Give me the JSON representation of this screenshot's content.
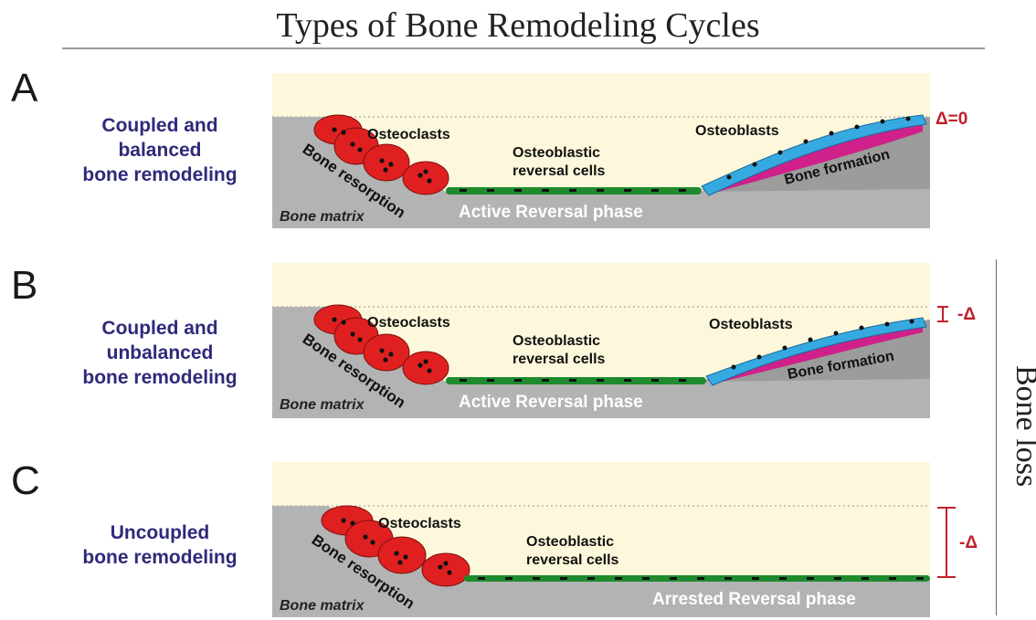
{
  "title": "Types of Bone Remodeling Cycles",
  "side_label": "Bone loss",
  "panels": [
    {
      "letter": "A",
      "description": [
        "Coupled and",
        "balanced",
        "bone remodeling"
      ],
      "osteoclasts": "Osteoclasts",
      "resorption": "Bone resorption",
      "reversal_cells": [
        "Osteoblastic",
        "reversal cells"
      ],
      "osteoblasts": "Osteoblasts",
      "formation": "Bone formation",
      "matrix": "Bone matrix",
      "phase": "Active Reversal phase",
      "delta": "Δ=0"
    },
    {
      "letter": "B",
      "description": [
        "Coupled and",
        "unbalanced",
        "bone remodeling"
      ],
      "osteoclasts": "Osteoclasts",
      "resorption": "Bone resorption",
      "reversal_cells": [
        "Osteoblastic",
        "reversal cells"
      ],
      "osteoblasts": "Osteoblasts",
      "formation": "Bone formation",
      "matrix": "Bone matrix",
      "phase": "Active Reversal phase",
      "delta": "-Δ"
    },
    {
      "letter": "C",
      "description": [
        "Uncoupled",
        "bone remodeling"
      ],
      "osteoclasts": "Osteoclasts",
      "resorption": "Bone resorption",
      "reversal_cells": [
        "Osteoblastic",
        "reversal cells"
      ],
      "matrix": "Bone matrix",
      "phase": "Arrested Reversal phase",
      "delta": "-Δ"
    }
  ],
  "colors": {
    "background_zone": "#fdf8dc",
    "bone": "#b3b3b3",
    "osteoclast": "#e02020",
    "reversal_cell": "#1f8a2e",
    "osteoblast": "#36a9e0",
    "new_bone": "#d0208a",
    "description_text": "#2e2a7a",
    "delta_marker": "#c0202a"
  }
}
